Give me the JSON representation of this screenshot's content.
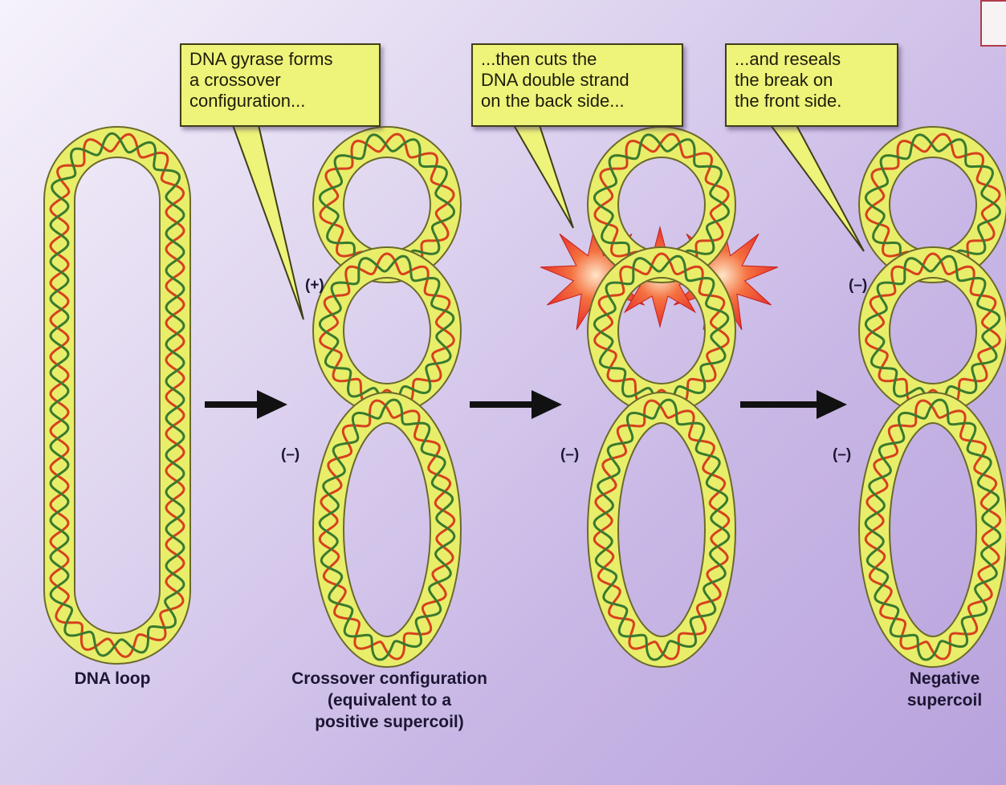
{
  "callouts": {
    "gyrase": "DNA gyrase forms\na crossover\nconfiguration...",
    "cuts": "...then cuts the\nDNA double strand\non the back side...",
    "reseals": "...and reseals\nthe break on\nthe front side."
  },
  "labels": {
    "dna_loop": "DNA loop",
    "crossover": "Crossover configuration\n(equivalent to a\npositive supercoil)",
    "negative": "Negative\nsupercoil"
  },
  "signs": {
    "plus": "(+)",
    "minus": "(–)"
  },
  "colors": {
    "tube_fill": "#e8ee6a",
    "tube_outline": "#6b6a2a",
    "strand_red": "#d6411e",
    "strand_green": "#3a7a2e",
    "callout_fill": "#eef37a",
    "starburst": "#f2463a",
    "background_start": "#f6f2fb",
    "background_end": "#b8a2dc"
  }
}
